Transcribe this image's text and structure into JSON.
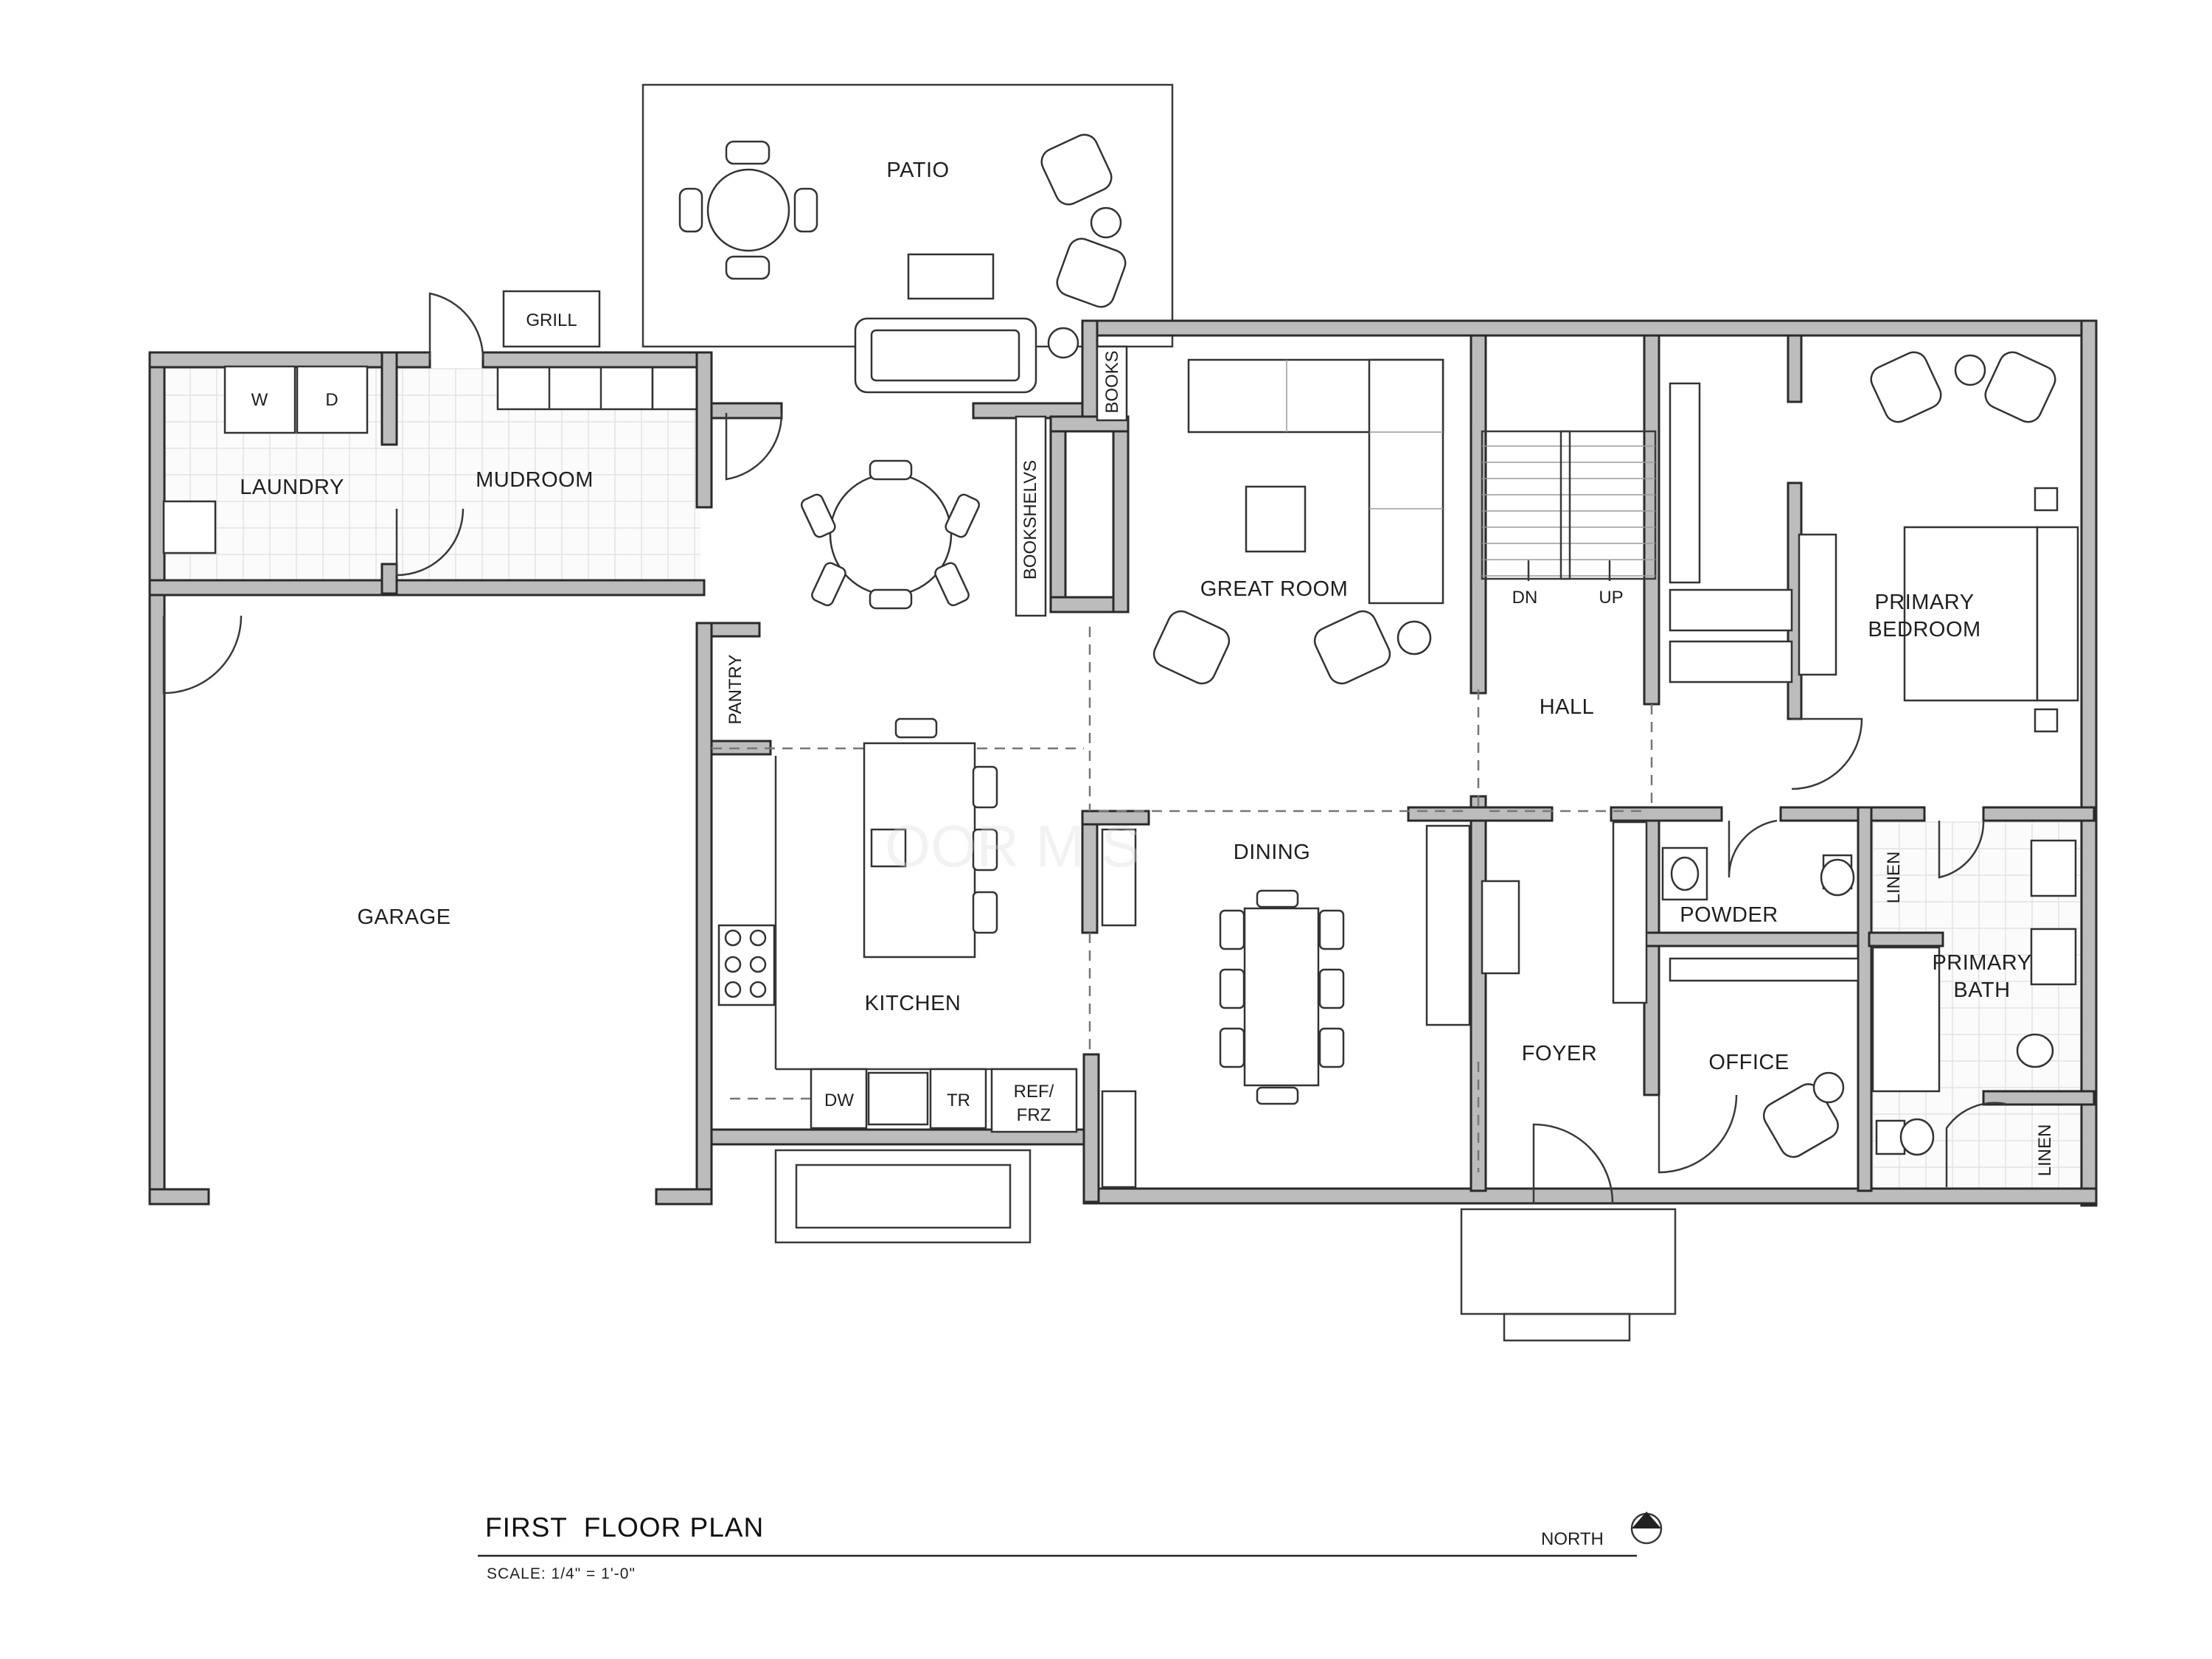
{
  "plan": {
    "title": "FIRST  FLOOR PLAN",
    "scale": "SCALE:  1/4\" = 1'-0\"",
    "north": "NORTH"
  },
  "rooms": {
    "patio": "PATIO",
    "grill": "GRILL",
    "laundry": "LAUNDRY",
    "washer": "W",
    "dryer": "D",
    "mudroom": "MUDROOM",
    "great_room": "GREAT ROOM",
    "books": "BOOKS",
    "bookshelves": "BOOKSHELVS",
    "hall": "HALL",
    "stair_down": "DN",
    "stair_up": "UP",
    "primary_bedroom_1": "PRIMARY",
    "primary_bedroom_2": "BEDROOM",
    "pantry": "PANTRY",
    "garage": "GARAGE",
    "dining": "DINING",
    "kitchen": "KITCHEN",
    "dishwasher": "DW",
    "trash": "TR",
    "fridge_1": "REF/",
    "fridge_2": "FRZ",
    "powder": "POWDER",
    "linen_1": "LINEN",
    "linen_2": "LINEN",
    "primary_bath_1": "PRIMARY",
    "primary_bath_2": "BATH",
    "foyer": "FOYER",
    "office": "OFFICE"
  },
  "colors": {
    "wall_fill": "#bcbcbc",
    "wall_stroke": "#2a2a2a",
    "line": "#333333"
  }
}
